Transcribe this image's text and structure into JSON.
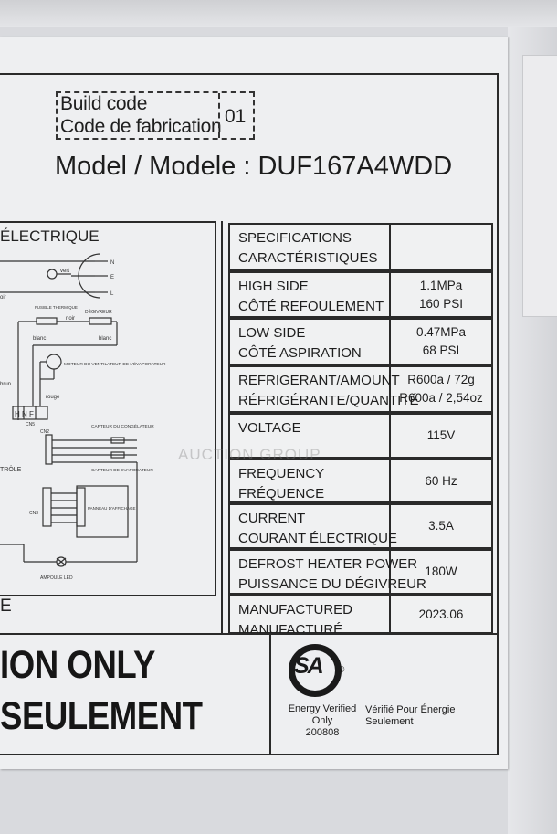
{
  "build": {
    "label_en": "Build code",
    "label_fr": "Code de fabrication",
    "value": "01"
  },
  "model_line": "Model / Modele : DUF167A4WDD",
  "diagram": {
    "title": "ÉLECTRIQUE",
    "labels": {
      "n": "N",
      "e": "E",
      "l": "L",
      "vert": "vert",
      "oir": "oir",
      "fusible": "FUSIBLE THERMIQUE",
      "noir": "noir",
      "degivreur": "DÉGIVREUR",
      "blanc1": "blanc",
      "blanc2": "blanc",
      "moteur": "MOTEUR DU VENTILATEUR DE L'ÉVAPORATEUR",
      "brun": "brun",
      "rouge": "rouge",
      "hnf": "H N F",
      "cn5": "CN5",
      "cn2": "CN2",
      "cn3": "CN3",
      "capteur_cong": "CAPTEUR DU CONGÉLATEUR",
      "capteur_evap": "CAPTEUR DE EVAPORATEUR",
      "trole": "TRÔLE",
      "panneau": "PANNEAU D'AFFICHAGE",
      "ampoule": "AMPOULE LED"
    },
    "footer": "E"
  },
  "specs": [
    {
      "k1": "SPECIFICATIONS",
      "k2": "CARACTÉRISTIQUES",
      "v1": "",
      "v2": ""
    },
    {
      "k1": "HIGH SIDE",
      "k2": "CÔTÉ REFOULEMENT",
      "v1": "1.1MPa",
      "v2": "160 PSI"
    },
    {
      "k1": "LOW SIDE",
      "k2": "CÔTÉ ASPIRATION",
      "v1": "0.47MPa",
      "v2": "68 PSI"
    },
    {
      "k1": "REFRIGERANT/AMOUNT",
      "k2": "RÉFRIGÉRANTE/QUANTITÉ",
      "v1": "R600a / 72g",
      "v2": "R600a / 2,54oz"
    },
    {
      "k1": "VOLTAGE",
      "k2": "",
      "v1": "115V",
      "v2": ""
    },
    {
      "k1": "FREQUENCY",
      "k2": "FRÉQUENCE",
      "v1": "60 Hz",
      "v2": ""
    },
    {
      "k1": "CURRENT",
      "k2": "COURANT ÉLECTRIQUE",
      "v1": "3.5A",
      "v2": ""
    },
    {
      "k1": "DEFROST HEATER POWER",
      "k2": "PUISSANCE DU DÉGIVREUR",
      "v1": "180W",
      "v2": ""
    },
    {
      "k1": "MANUFACTURED",
      "k2": "MANUFACTURÉ",
      "v1": "2023.06",
      "v2": ""
    }
  ],
  "bottom": {
    "line1": "ION ONLY",
    "line2": "SEULEMENT",
    "csa": "SA",
    "reg": "®",
    "energy_en": "Energy Verified",
    "energy_en2": "Only",
    "energy_code": "200808",
    "energy_fr": "Vérifié Pour Énergie",
    "energy_fr2": "Seulement"
  },
  "watermark": "AUCTION GROUP"
}
